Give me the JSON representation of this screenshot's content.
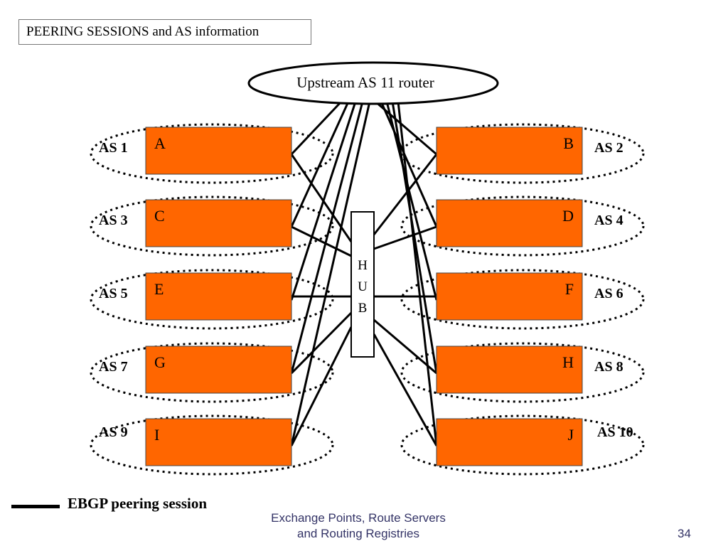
{
  "title": "PEERING SESSIONS and AS information",
  "upstream": {
    "label": "Upstream AS 11 router"
  },
  "hub": {
    "letters": [
      "H",
      "U",
      "B"
    ]
  },
  "nodes": [
    {
      "id": "A",
      "as": "AS 1",
      "side": "left",
      "row": 0
    },
    {
      "id": "B",
      "as": "AS 2",
      "side": "right",
      "row": 0
    },
    {
      "id": "C",
      "as": "AS 3",
      "side": "left",
      "row": 1
    },
    {
      "id": "D",
      "as": "AS 4",
      "side": "right",
      "row": 1
    },
    {
      "id": "E",
      "as": "AS 5",
      "side": "left",
      "row": 2
    },
    {
      "id": "F",
      "as": "AS 6",
      "side": "right",
      "row": 2
    },
    {
      "id": "G",
      "as": "AS 7",
      "side": "left",
      "row": 3
    },
    {
      "id": "H",
      "as": "AS 8",
      "side": "right",
      "row": 3
    },
    {
      "id": "I",
      "as": "AS 9",
      "side": "left",
      "row": 4
    },
    {
      "id": "J",
      "as": "AS 10",
      "side": "right",
      "row": 4
    }
  ],
  "colors": {
    "node_fill": "#ff6600",
    "line": "#000000",
    "footer_text": "#333366"
  },
  "legend": {
    "label": "EBGP peering session"
  },
  "footer": {
    "line1": "Exchange Points, Route Servers",
    "line2": "and Routing Registries",
    "page": "34"
  }
}
